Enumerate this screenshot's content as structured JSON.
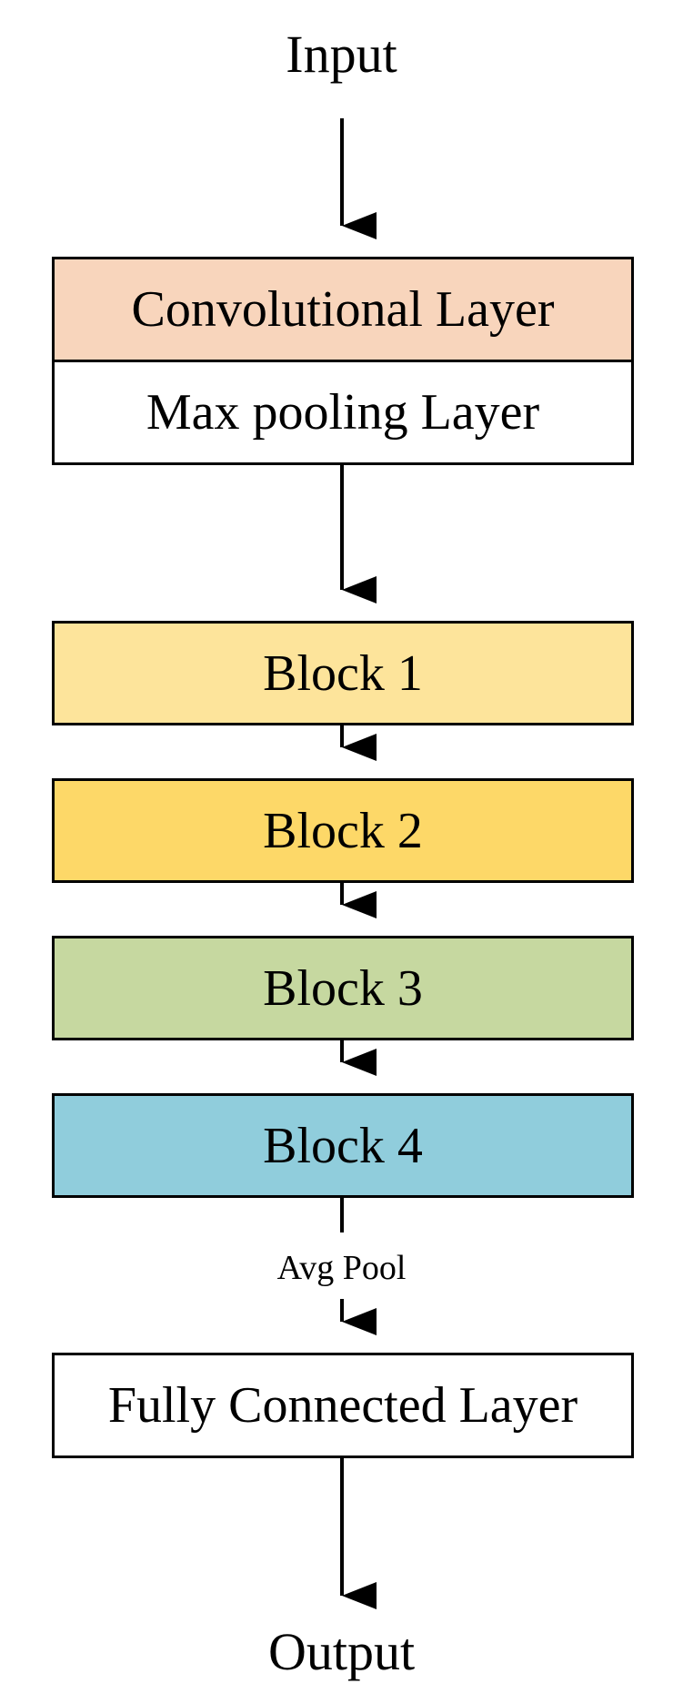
{
  "diagram": {
    "input_label": "Input",
    "output_label": "Output",
    "edge_label": "Avg Pool",
    "nodes": [
      {
        "id": "conv",
        "label": "Convolutional Layer",
        "fill": "#F8D5BC"
      },
      {
        "id": "maxpool",
        "label": "Max pooling Layer",
        "fill": "#FFFFFF"
      },
      {
        "id": "block1",
        "label": "Block 1",
        "fill": "#FDE49B"
      },
      {
        "id": "block2",
        "label": "Block 2",
        "fill": "#FDD868"
      },
      {
        "id": "block3",
        "label": "Block 3",
        "fill": "#C6D8A0"
      },
      {
        "id": "block4",
        "label": "Block 4",
        "fill": "#90CDDC"
      },
      {
        "id": "fc",
        "label": "Fully Connected Layer",
        "fill": "#FFFFFF"
      }
    ],
    "edges": [
      {
        "from": "Input",
        "to": "conv"
      },
      {
        "from": "maxpool",
        "to": "block1"
      },
      {
        "from": "block1",
        "to": "block2"
      },
      {
        "from": "block2",
        "to": "block3"
      },
      {
        "from": "block3",
        "to": "block4"
      },
      {
        "from": "block4",
        "to": "fc",
        "label": "Avg Pool"
      },
      {
        "from": "fc",
        "to": "Output"
      }
    ]
  }
}
